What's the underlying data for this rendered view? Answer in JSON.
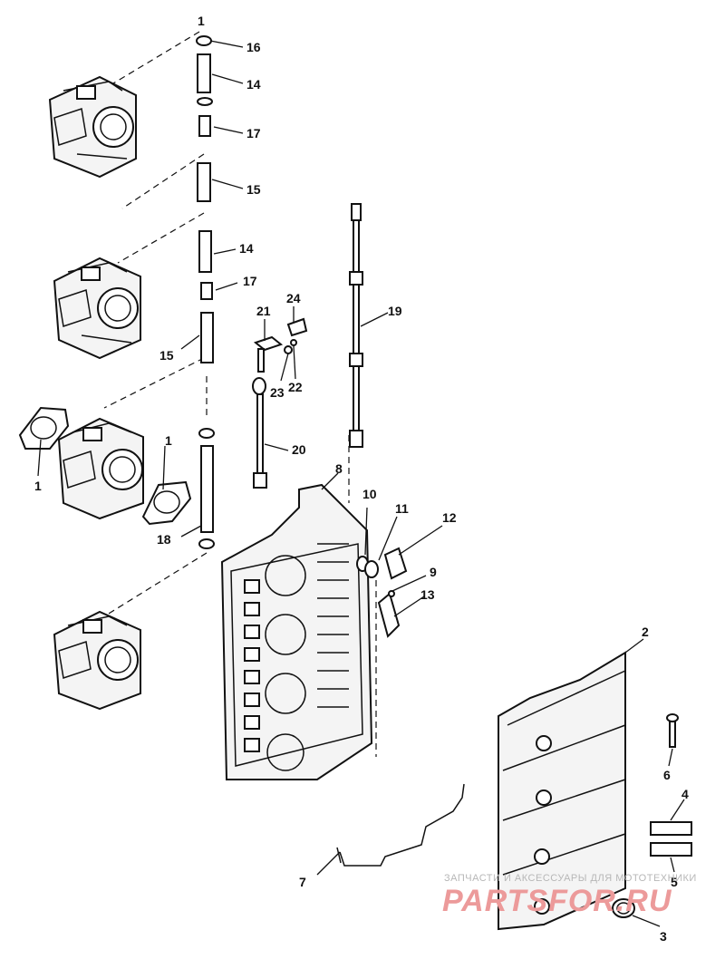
{
  "diagram": {
    "callouts": [
      {
        "id": "c1a",
        "text": "1"
      },
      {
        "id": "c16",
        "text": "16"
      },
      {
        "id": "c14a",
        "text": "14"
      },
      {
        "id": "c17a",
        "text": "17"
      },
      {
        "id": "c15a",
        "text": "15"
      },
      {
        "id": "c14b",
        "text": "14"
      },
      {
        "id": "c17b",
        "text": "17"
      },
      {
        "id": "c15b",
        "text": "15"
      },
      {
        "id": "c1b",
        "text": "1"
      },
      {
        "id": "c1c",
        "text": "1"
      },
      {
        "id": "c18",
        "text": "18"
      },
      {
        "id": "c21",
        "text": "21"
      },
      {
        "id": "c24",
        "text": "24"
      },
      {
        "id": "c23",
        "text": "23"
      },
      {
        "id": "c22",
        "text": "22"
      },
      {
        "id": "c19",
        "text": "19"
      },
      {
        "id": "c20",
        "text": "20"
      },
      {
        "id": "c8",
        "text": "8"
      },
      {
        "id": "c10",
        "text": "10"
      },
      {
        "id": "c11",
        "text": "11"
      },
      {
        "id": "c12",
        "text": "12"
      },
      {
        "id": "c9",
        "text": "9"
      },
      {
        "id": "c13",
        "text": "13"
      },
      {
        "id": "c2",
        "text": "2"
      },
      {
        "id": "c6",
        "text": "6"
      },
      {
        "id": "c4",
        "text": "4"
      },
      {
        "id": "c5",
        "text": "5"
      },
      {
        "id": "c7",
        "text": "7"
      },
      {
        "id": "c3",
        "text": "3"
      }
    ]
  },
  "watermark": {
    "line1": "ЗАПЧАСТИ И АКСЕССУАРЫ ДЛЯ МОТОТЕХНИКИ",
    "line2": "PARTSFOR.RU"
  }
}
